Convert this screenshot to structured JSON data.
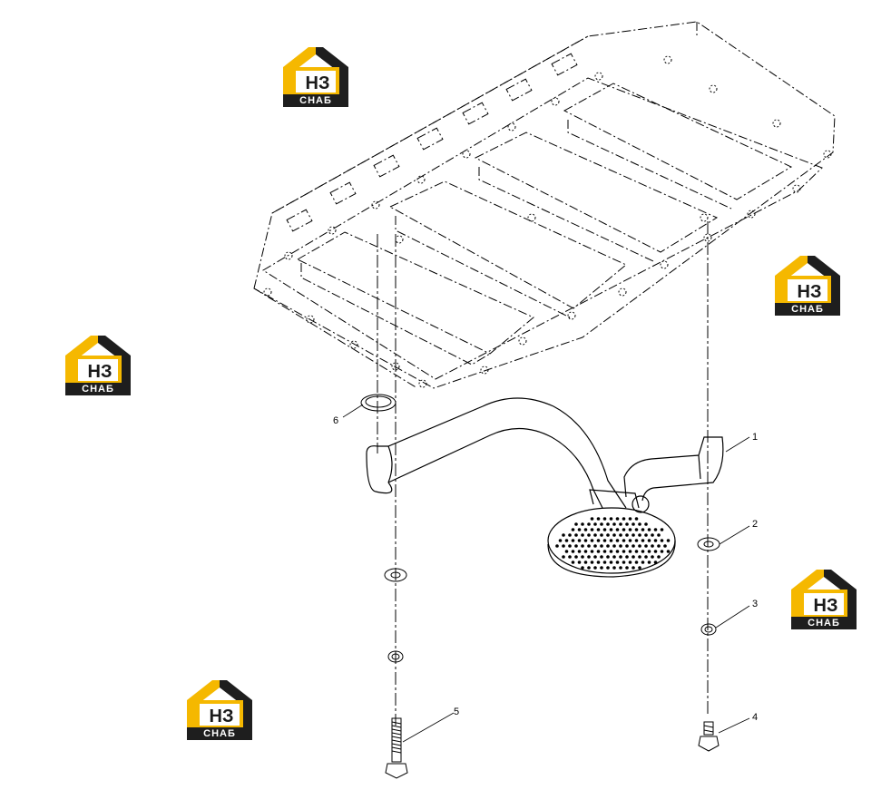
{
  "parts": [
    {
      "ref": "1"
    },
    {
      "ref": "2"
    },
    {
      "ref": "3"
    },
    {
      "ref": "4"
    },
    {
      "ref": "5"
    },
    {
      "ref": "6"
    }
  ],
  "watermark": {
    "letters": "НЗ",
    "caption": "СНАБ",
    "colors": {
      "yellow": "#f5b800",
      "dark": "#1e1e1e"
    }
  },
  "colors": {
    "line": "#000000",
    "background": "#ffffff"
  }
}
